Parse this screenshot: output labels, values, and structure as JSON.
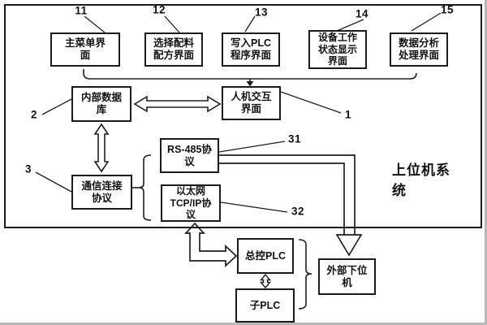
{
  "colors": {
    "line": "#1f1f1f",
    "border": "#1b1b1b",
    "text": "#111111"
  },
  "system_label": "上位机系统",
  "boxes": {
    "main_menu": {
      "line1": "主菜单界",
      "line2": "面"
    },
    "recipe": {
      "line1": "选择配料",
      "line2": "配方界面"
    },
    "write_plc": {
      "line1": "写入PLC",
      "line2": "程序界面"
    },
    "device_status": {
      "line1": "设备工作",
      "line2": "状态显示",
      "line3": "界面"
    },
    "data_analysis": {
      "line1": "数据分析",
      "line2": "处理界面"
    },
    "internal_db": {
      "line1": "内部数据",
      "line2": "库"
    },
    "hmi": {
      "line1": "人机交互",
      "line2": "界面"
    },
    "rs485": {
      "line1": "RS-485协",
      "line2": "议"
    },
    "ethernet": {
      "line1": "以太网",
      "line2": "TCP/IP协",
      "line3": "议"
    },
    "comm": {
      "line1": "通信连接",
      "line2": "协议"
    },
    "master_plc": {
      "line1": "总控PLC"
    },
    "sub_plc": {
      "line1": "子PLC"
    },
    "external": {
      "line1": "外部下位",
      "line2": "机"
    }
  },
  "ref_numbers": {
    "n11": "11",
    "n12": "12",
    "n13": "13",
    "n14": "14",
    "n15": "15",
    "n1": "1",
    "n2": "2",
    "n3": "3",
    "n31": "31",
    "n32": "32"
  }
}
